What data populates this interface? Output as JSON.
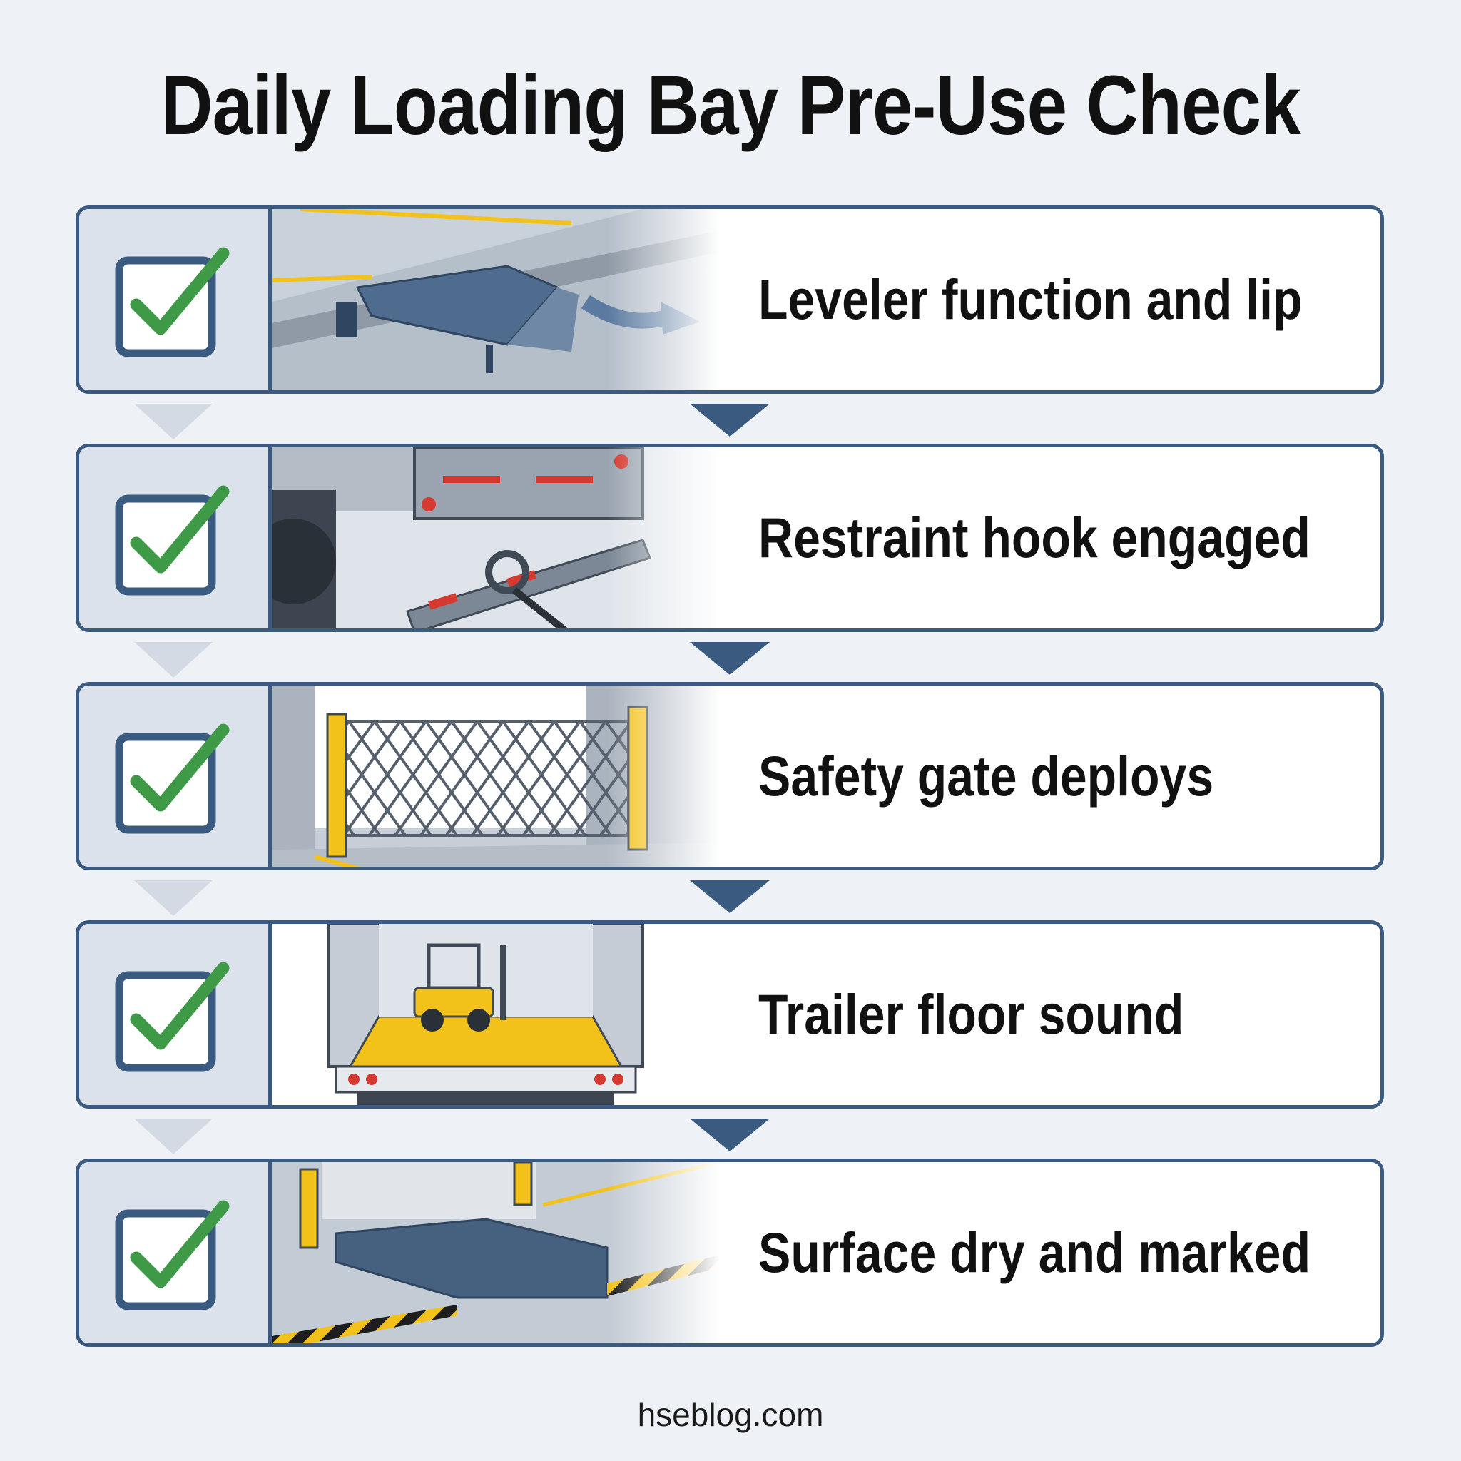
{
  "title": "Daily Loading Bay Pre-Use Check",
  "items": [
    {
      "label": "Leveler function and lip",
      "checked": true,
      "icon": "dock-leveler-icon"
    },
    {
      "label": "Restraint hook engaged",
      "checked": true,
      "icon": "vehicle-restraint-icon"
    },
    {
      "label": "Safety gate deploys",
      "checked": true,
      "icon": "safety-gate-icon"
    },
    {
      "label": "Trailer floor sound",
      "checked": true,
      "icon": "trailer-floor-icon"
    },
    {
      "label": "Surface dry and marked",
      "checked": true,
      "icon": "dock-surface-icon"
    }
  ],
  "footer": "hseblog.com",
  "colors": {
    "frame": "#3b5a80",
    "check": "#3f9a47",
    "panel": "#dbe2ec",
    "safety_yellow": "#f2c21b"
  }
}
